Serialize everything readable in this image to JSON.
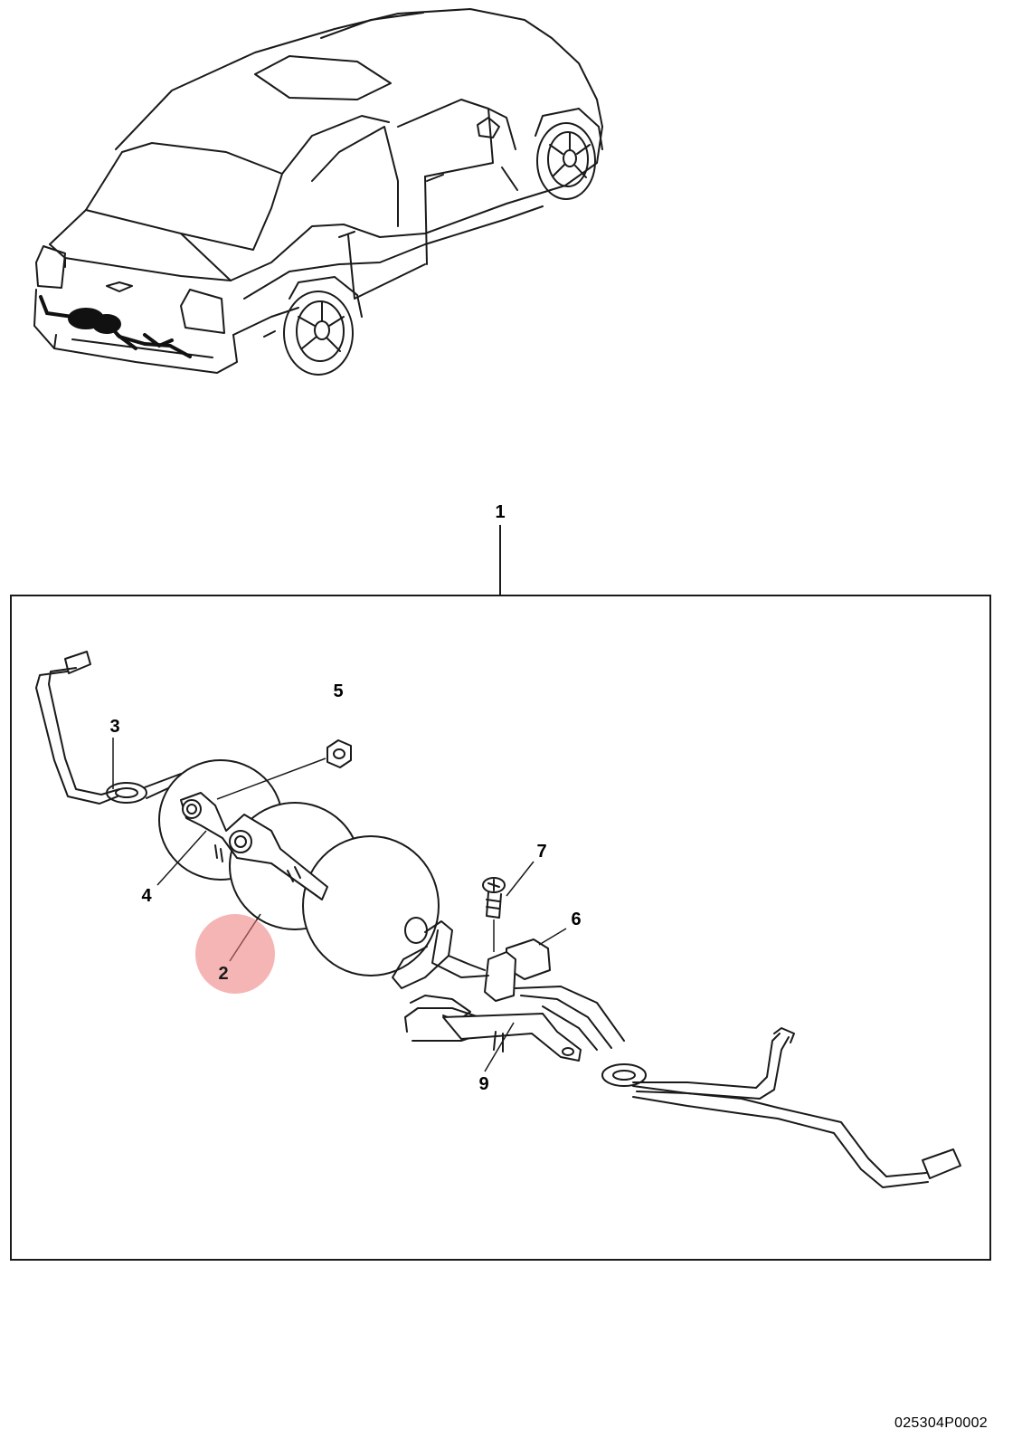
{
  "callouts": [
    {
      "id": "1",
      "label": "1"
    },
    {
      "id": "2",
      "label": "2",
      "highlighted": true
    },
    {
      "id": "3",
      "label": "3"
    },
    {
      "id": "4",
      "label": "4"
    },
    {
      "id": "5",
      "label": "5"
    },
    {
      "id": "6",
      "label": "6"
    },
    {
      "id": "7",
      "label": "7"
    },
    {
      "id": "9",
      "label": "9"
    }
  ],
  "diagram_code": "025304P0002",
  "colors": {
    "line": "#1a1a1a",
    "harness": "#111111",
    "highlight": "#ee7878",
    "background": "#ffffff"
  }
}
